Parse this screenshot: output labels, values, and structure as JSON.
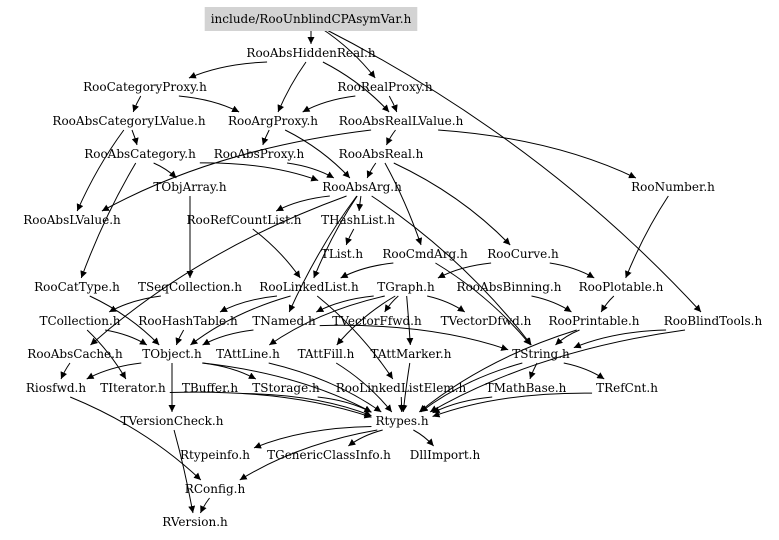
{
  "nodes": [
    {
      "id": "root",
      "label": "include/RooUnblindCPAsymVar.h",
      "root": true
    },
    {
      "id": "hidden",
      "label": "RooAbsHiddenReal.h"
    },
    {
      "id": "catproxy",
      "label": "RooCategoryProxy.h"
    },
    {
      "id": "realproxy",
      "label": "RooRealProxy.h"
    },
    {
      "id": "abscatlv",
      "label": "RooAbsCategoryLValue.h"
    },
    {
      "id": "argproxy",
      "label": "RooArgProxy.h"
    },
    {
      "id": "absreallv",
      "label": "RooAbsRealLValue.h"
    },
    {
      "id": "abscat",
      "label": "RooAbsCategory.h"
    },
    {
      "id": "absproxy",
      "label": "RooAbsProxy.h"
    },
    {
      "id": "absreal",
      "label": "RooAbsReal.h"
    },
    {
      "id": "tobjarray",
      "label": "TObjArray.h"
    },
    {
      "id": "absarg",
      "label": "RooAbsArg.h"
    },
    {
      "id": "roonumber",
      "label": "RooNumber.h"
    },
    {
      "id": "abslv",
      "label": "RooAbsLValue.h"
    },
    {
      "id": "refcount",
      "label": "RooRefCountList.h"
    },
    {
      "id": "thashlist",
      "label": "THashList.h"
    },
    {
      "id": "tlist",
      "label": "TList.h"
    },
    {
      "id": "cmdarg",
      "label": "RooCmdArg.h"
    },
    {
      "id": "curve",
      "label": "RooCurve.h"
    },
    {
      "id": "cattype",
      "label": "RooCatType.h"
    },
    {
      "id": "tseqcoll",
      "label": "TSeqCollection.h"
    },
    {
      "id": "linkedlist",
      "label": "RooLinkedList.h"
    },
    {
      "id": "tgraph",
      "label": "TGraph.h"
    },
    {
      "id": "absbinning",
      "label": "RooAbsBinning.h"
    },
    {
      "id": "plotable",
      "label": "RooPlotable.h"
    },
    {
      "id": "tcollection",
      "label": "TCollection.h"
    },
    {
      "id": "hashtable",
      "label": "RooHashTable.h"
    },
    {
      "id": "tnamed",
      "label": "TNamed.h"
    },
    {
      "id": "tvecf",
      "label": "TVectorFfwd.h"
    },
    {
      "id": "tvecd",
      "label": "TVectorDfwd.h"
    },
    {
      "id": "printable",
      "label": "RooPrintable.h"
    },
    {
      "id": "blindtools",
      "label": "RooBlindTools.h"
    },
    {
      "id": "abscache",
      "label": "RooAbsCache.h"
    },
    {
      "id": "tobject",
      "label": "TObject.h"
    },
    {
      "id": "tattline",
      "label": "TAttLine.h"
    },
    {
      "id": "tattfill",
      "label": "TAttFill.h"
    },
    {
      "id": "tattmarker",
      "label": "TAttMarker.h"
    },
    {
      "id": "tstring",
      "label": "TString.h"
    },
    {
      "id": "riosfwd",
      "label": "Riosfwd.h"
    },
    {
      "id": "titerator",
      "label": "TIterator.h"
    },
    {
      "id": "tbuffer",
      "label": "TBuffer.h"
    },
    {
      "id": "tstorage",
      "label": "TStorage.h"
    },
    {
      "id": "linkedelem",
      "label": "RooLinkedListElem.h"
    },
    {
      "id": "tmathbase",
      "label": "TMathBase.h"
    },
    {
      "id": "trefcnt",
      "label": "TRefCnt.h"
    },
    {
      "id": "tversioncheck",
      "label": "TVersionCheck.h"
    },
    {
      "id": "rtypes",
      "label": "Rtypes.h"
    },
    {
      "id": "rtypeinfo",
      "label": "Rtypeinfo.h"
    },
    {
      "id": "tgeneric",
      "label": "TGenericClassInfo.h"
    },
    {
      "id": "dllimport",
      "label": "DllImport.h"
    },
    {
      "id": "rconfig",
      "label": "RConfig.h"
    },
    {
      "id": "rversion",
      "label": "RVersion.h"
    }
  ],
  "edges": [
    [
      "root",
      "hidden"
    ],
    [
      "root",
      "realproxy"
    ],
    [
      "root",
      "blindtools"
    ],
    [
      "hidden",
      "catproxy"
    ],
    [
      "hidden",
      "argproxy"
    ],
    [
      "hidden",
      "absreallv"
    ],
    [
      "catproxy",
      "abscatlv"
    ],
    [
      "catproxy",
      "argproxy"
    ],
    [
      "realproxy",
      "absreallv"
    ],
    [
      "realproxy",
      "argproxy"
    ],
    [
      "abscatlv",
      "abscat"
    ],
    [
      "abscatlv",
      "abslv"
    ],
    [
      "argproxy",
      "absproxy"
    ],
    [
      "argproxy",
      "absarg"
    ],
    [
      "absreallv",
      "absreal"
    ],
    [
      "absreallv",
      "abslv"
    ],
    [
      "absreallv",
      "roonumber"
    ],
    [
      "abscat",
      "absarg"
    ],
    [
      "abscat",
      "cattype"
    ],
    [
      "abscat",
      "tobjarray"
    ],
    [
      "absproxy",
      "absarg"
    ],
    [
      "absreal",
      "absarg"
    ],
    [
      "absreal",
      "curve"
    ],
    [
      "absreal",
      "cmdarg"
    ],
    [
      "absarg",
      "thashlist"
    ],
    [
      "absarg",
      "refcount"
    ],
    [
      "absarg",
      "abscache"
    ],
    [
      "absarg",
      "tnamed"
    ],
    [
      "absarg",
      "linkedlist"
    ],
    [
      "absarg",
      "tstring"
    ],
    [
      "thashlist",
      "tlist"
    ],
    [
      "tlist",
      "tseqcollection"
    ],
    [
      "tobjarray",
      "tseqcoll"
    ],
    [
      "refcount",
      "linkedlist"
    ],
    [
      "cmdarg",
      "linkedlist"
    ],
    [
      "cmdarg",
      "tstring"
    ],
    [
      "curve",
      "tgraph"
    ],
    [
      "curve",
      "plotable"
    ],
    [
      "roonumber",
      "plotable"
    ],
    [
      "cattype",
      "tobject"
    ],
    [
      "tseqcoll",
      "tcollection"
    ],
    [
      "linkedlist",
      "hashtable"
    ],
    [
      "linkedlist",
      "linkedelem"
    ],
    [
      "linkedlist",
      "tobject"
    ],
    [
      "tgraph",
      "tnamed"
    ],
    [
      "tgraph",
      "tattline"
    ],
    [
      "tgraph",
      "tattfill"
    ],
    [
      "tgraph",
      "tattmarker"
    ],
    [
      "tgraph",
      "tvecf"
    ],
    [
      "tgraph",
      "tvecd"
    ],
    [
      "absbinning",
      "printable"
    ],
    [
      "plotable",
      "printable"
    ],
    [
      "tcollection",
      "tobject"
    ],
    [
      "tcollection",
      "titerator"
    ],
    [
      "hashtable",
      "tobject"
    ],
    [
      "tnamed",
      "tobject"
    ],
    [
      "tnamed",
      "tstring"
    ],
    [
      "printable",
      "tstring"
    ],
    [
      "printable",
      "rtypes"
    ],
    [
      "blindtools",
      "tstring"
    ],
    [
      "blindtools",
      "rtypes"
    ],
    [
      "abscache",
      "riosfwd"
    ],
    [
      "tobject",
      "riosfwd"
    ],
    [
      "tobject",
      "tstorage"
    ],
    [
      "tobject",
      "tversioncheck"
    ],
    [
      "tobject",
      "rtypes"
    ],
    [
      "tattline",
      "rtypes"
    ],
    [
      "tattfill",
      "rtypes"
    ],
    [
      "tattmarker",
      "rtypes"
    ],
    [
      "tstring",
      "tmathbase"
    ],
    [
      "tstring",
      "trefcnt"
    ],
    [
      "tstring",
      "rtypes"
    ],
    [
      "tbuffer",
      "rtypes"
    ],
    [
      "tstorage",
      "rtypes"
    ],
    [
      "linkedelem",
      "rtypes"
    ],
    [
      "tmathbase",
      "rtypes"
    ],
    [
      "trefcnt",
      "rtypes"
    ],
    [
      "titerator",
      "rtypes"
    ],
    [
      "riosfwd",
      "rconfig"
    ],
    [
      "tversioncheck",
      "rversion"
    ],
    [
      "rtypes",
      "rtypeinfo"
    ],
    [
      "rtypes",
      "tgeneric"
    ],
    [
      "rtypes",
      "dllimport"
    ],
    [
      "rtypes",
      "rconfig"
    ],
    [
      "rconfig",
      "rversion"
    ]
  ]
}
